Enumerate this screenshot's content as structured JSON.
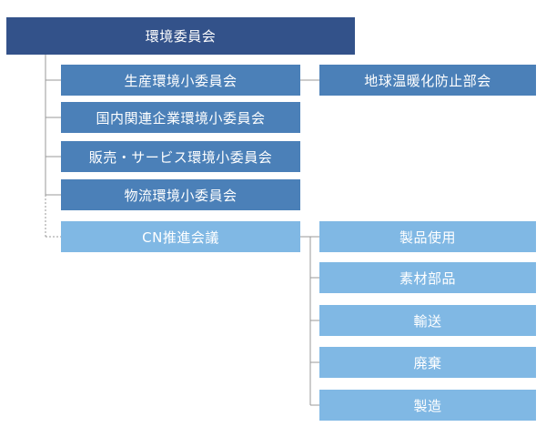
{
  "org_chart": {
    "root": {
      "label": "環境委員会"
    },
    "committees": [
      {
        "label": "生産環境小委員会"
      },
      {
        "label": "国内関連企業環境小委員会"
      },
      {
        "label": "販売・サービス環境小委員会"
      },
      {
        "label": "物流環境小委員会"
      }
    ],
    "side_committee": {
      "label": "地球温暖化防止部会"
    },
    "cn_meeting": {
      "label": "CN推進会議"
    },
    "cn_subgroups": [
      {
        "label": "製品使用"
      },
      {
        "label": "素材部品"
      },
      {
        "label": "輸送"
      },
      {
        "label": "廃棄"
      },
      {
        "label": "製造"
      }
    ],
    "colors": {
      "root": "#33528a",
      "committee": "#4b80b8",
      "cn": "#80b8e4",
      "connector": "#999999"
    }
  }
}
